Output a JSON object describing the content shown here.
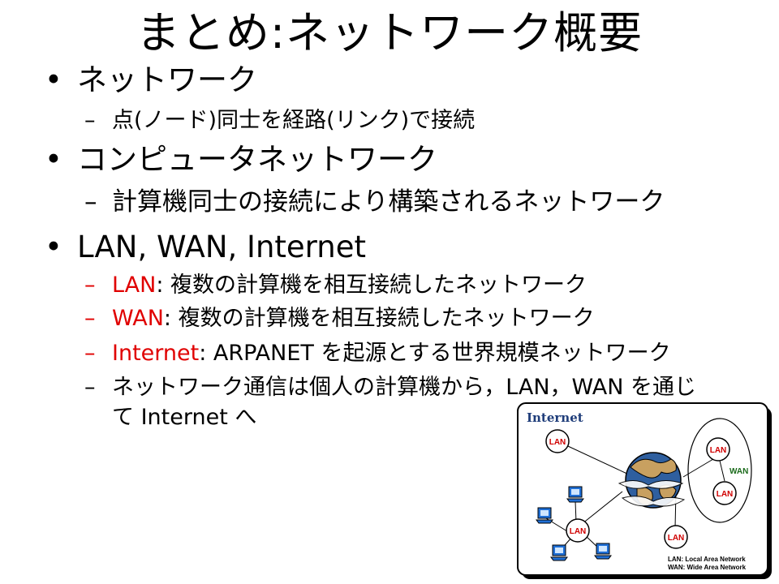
{
  "title": "まとめ:ネットワーク概要",
  "bullets": [
    {
      "text": "ネットワーク",
      "sub": [
        {
          "text": "点(ノード)同士を経路(リンク)で接続"
        }
      ]
    },
    {
      "text": "コンピュータネットワーク",
      "sub": [
        {
          "text": "計算機同士の接続により構築されるネットワーク"
        }
      ]
    },
    {
      "text": "LAN, WAN, Internet",
      "sub": [
        {
          "term": "LAN",
          "text": ": 複数の計算機を相互接続したネットワーク"
        },
        {
          "term": "WAN",
          "text": ": 複数の計算機を相互接続したネットワーク"
        },
        {
          "term": "Internet",
          "text": ": ARPANET を起源とする世界規模ネットワーク"
        },
        {
          "text_line1": "ネットワーク通信は個人の計算機から，LAN，WAN を通じ",
          "text_line2": "て Internet へ"
        }
      ]
    }
  ],
  "bullet_symbol": "•",
  "dash_symbol": "–",
  "diagram": {
    "heading": "Internet",
    "lan_label": "LAN",
    "wan_label": "WAN",
    "legend_lan": "LAN: Local Area Network",
    "legend_wan": "WAN: Wide Area Network",
    "icons": [
      "globe-icon",
      "computer-icon"
    ],
    "colors": {
      "term": "#e00000",
      "wan_text": "#1a6a1a",
      "computer": "#1f6fd6"
    }
  }
}
